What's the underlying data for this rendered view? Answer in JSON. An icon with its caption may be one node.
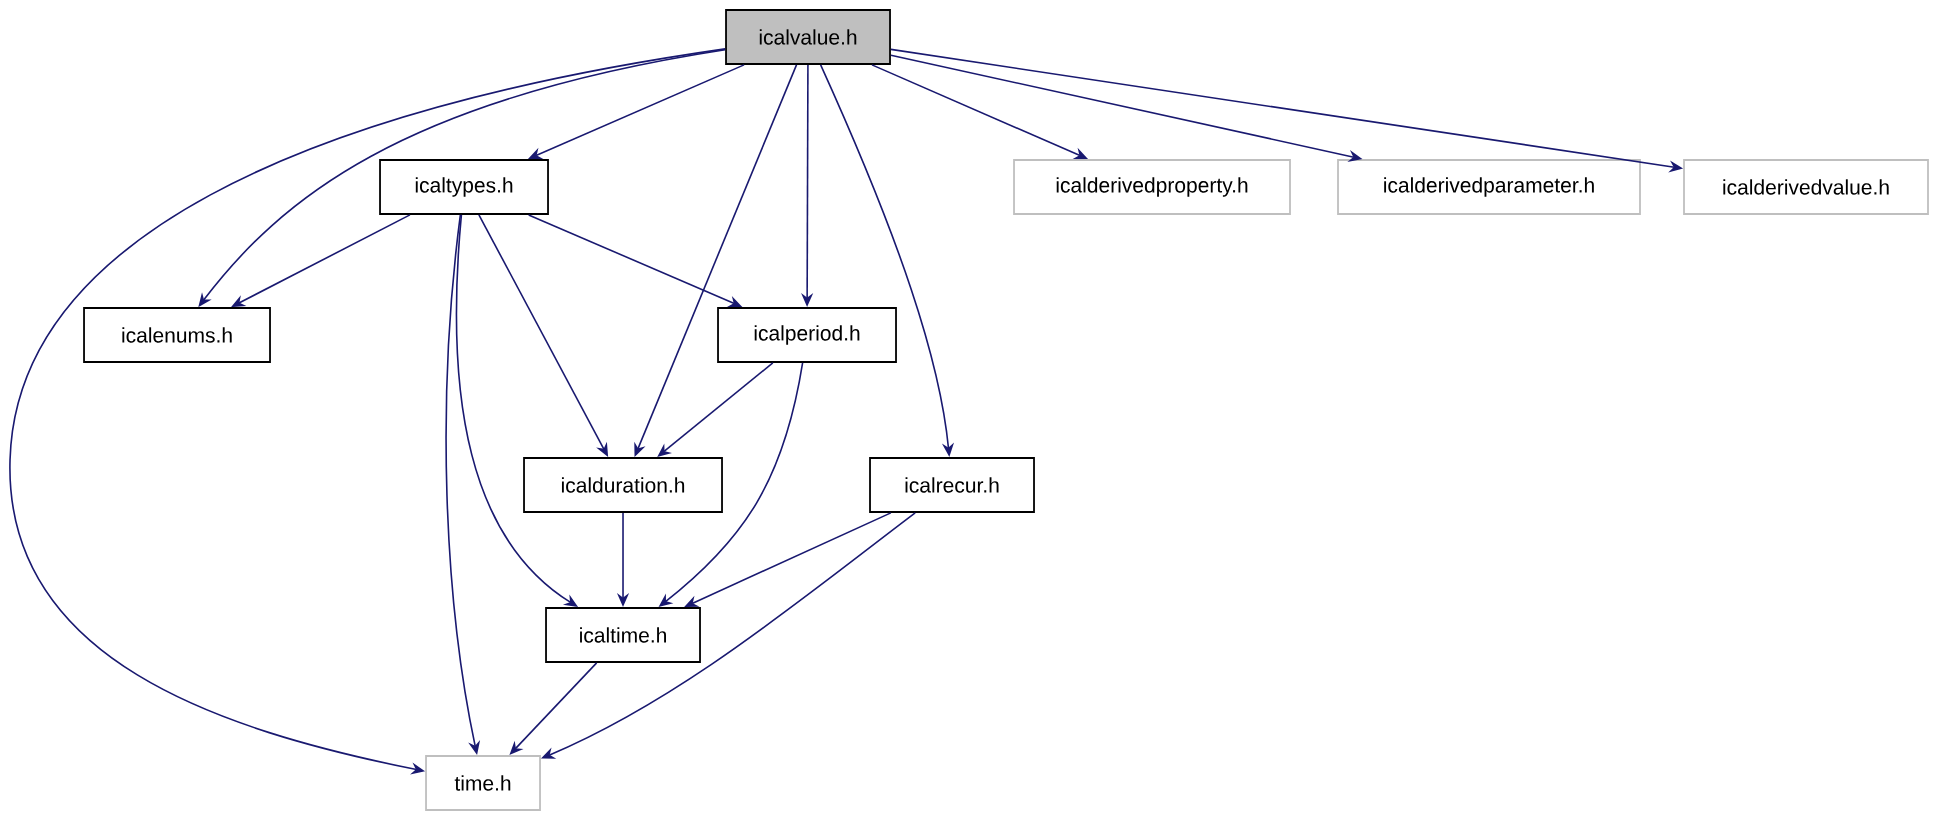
{
  "diagram": {
    "nodes": [
      {
        "text": [
          "icalvalue.h"
        ]
      },
      {
        "text": [
          "icaltypes.h"
        ]
      },
      {
        "text": [
          "icalderivedproperty.h"
        ]
      },
      {
        "text": [
          "icalderivedparameter.h"
        ]
      },
      {
        "text": [
          "icalderivedvalue.h"
        ]
      },
      {
        "text": [
          "icalenums.h"
        ]
      },
      {
        "text": [
          "icalperiod.h"
        ]
      },
      {
        "text": [
          "icalduration.h"
        ]
      },
      {
        "text": [
          "icalrecur.h"
        ]
      },
      {
        "text": [
          "icaltime.h"
        ]
      },
      {
        "text": [
          "time.h"
        ]
      }
    ],
    "edges": [
      {
        "from": 0,
        "to": 1,
        "arrow": "to"
      },
      {
        "from": 0,
        "to": 2,
        "arrow": "to"
      },
      {
        "from": 0,
        "to": 3,
        "arrow": "to"
      },
      {
        "from": 0,
        "to": 4,
        "arrow": "to"
      },
      {
        "from": 0,
        "to": 5,
        "arrow": "to"
      },
      {
        "from": 0,
        "to": 6,
        "arrow": "to"
      },
      {
        "from": 0,
        "to": 7,
        "arrow": "to"
      },
      {
        "from": 0,
        "to": 8,
        "arrow": "to"
      },
      {
        "from": 0,
        "to": 10,
        "arrow": "to"
      },
      {
        "from": 1,
        "to": 5,
        "arrow": "to"
      },
      {
        "from": 1,
        "to": 6,
        "arrow": "to"
      },
      {
        "from": 1,
        "to": 7,
        "arrow": "to"
      },
      {
        "from": 1,
        "to": 9,
        "arrow": "to"
      },
      {
        "from": 1,
        "to": 10,
        "arrow": "to"
      },
      {
        "from": 6,
        "to": 7,
        "arrow": "to"
      },
      {
        "from": 6,
        "to": 9,
        "arrow": "to"
      },
      {
        "from": 7,
        "to": 9,
        "arrow": "to"
      },
      {
        "from": 8,
        "to": 9,
        "arrow": "to"
      },
      {
        "from": 8,
        "to": 10,
        "arrow": "to"
      },
      {
        "from": 9,
        "to": 10,
        "arrow": "to"
      }
    ]
  }
}
